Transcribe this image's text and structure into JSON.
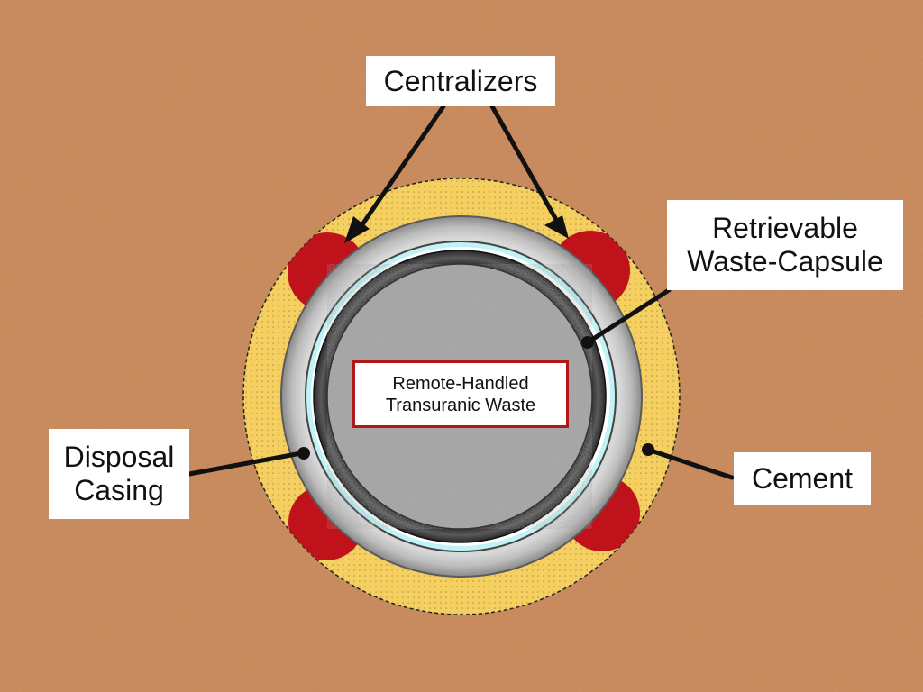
{
  "colors": {
    "ground": "#c8895a",
    "cement": "#f5cf5f",
    "centralizer": "#c0121b",
    "casing": "#b8b8b8",
    "capsule_gap": "#bff3f5",
    "capsule_wall": "#2a2a2a",
    "waste": "#a8a8a8",
    "waste_label_border": "#b01818"
  },
  "labels": {
    "centralizers": "Centralizers",
    "capsule_line1": "Retrievable",
    "capsule_line2": "Waste-Capsule",
    "casing_line1": "Disposal",
    "casing_line2": "Casing",
    "cement": "Cement",
    "waste_line1": "Remote-Handled",
    "waste_line2": "Transuranic Waste"
  }
}
